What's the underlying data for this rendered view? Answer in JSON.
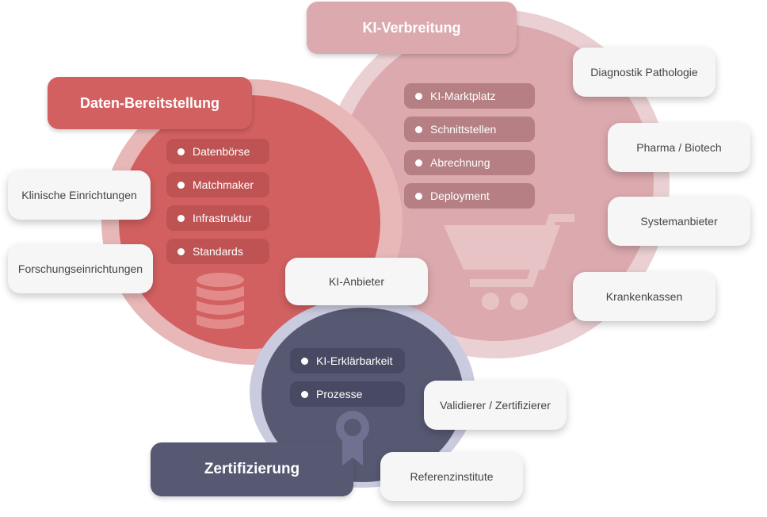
{
  "headers": {
    "data": "Daten-Bereitstellung",
    "ki": "KI-Verbreitung",
    "zert": "Zertifizierung"
  },
  "data_items": [
    "Datenbörse",
    "Matchmaker",
    "Infrastruktur",
    "Standards"
  ],
  "ki_items": [
    "KI-Marktplatz",
    "Schnittstellen",
    "Abrechnung",
    "Deployment"
  ],
  "zert_items": [
    "KI-Erklärbarkeit",
    "Prozesse"
  ],
  "actors": {
    "klinische": "Klinische Einrichtungen",
    "forschung": "Forschungseinrichtungen",
    "ki_anbieter": "KI-Anbieter",
    "diagnostik": "Diagnostik Pathologie",
    "pharma": "Pharma / Biotech",
    "system": "Systemanbieter",
    "kranken": "Krankenkassen",
    "validierer": "Validierer / Zertifizierer",
    "referenz": "Referenzinstitute"
  },
  "icons": {
    "data": "database-icon",
    "ki": "shopping-cart-icon",
    "zert": "certificate-badge-icon"
  },
  "colors": {
    "data": "#d26060",
    "ki": "#dba9ae",
    "zert": "#575973"
  }
}
